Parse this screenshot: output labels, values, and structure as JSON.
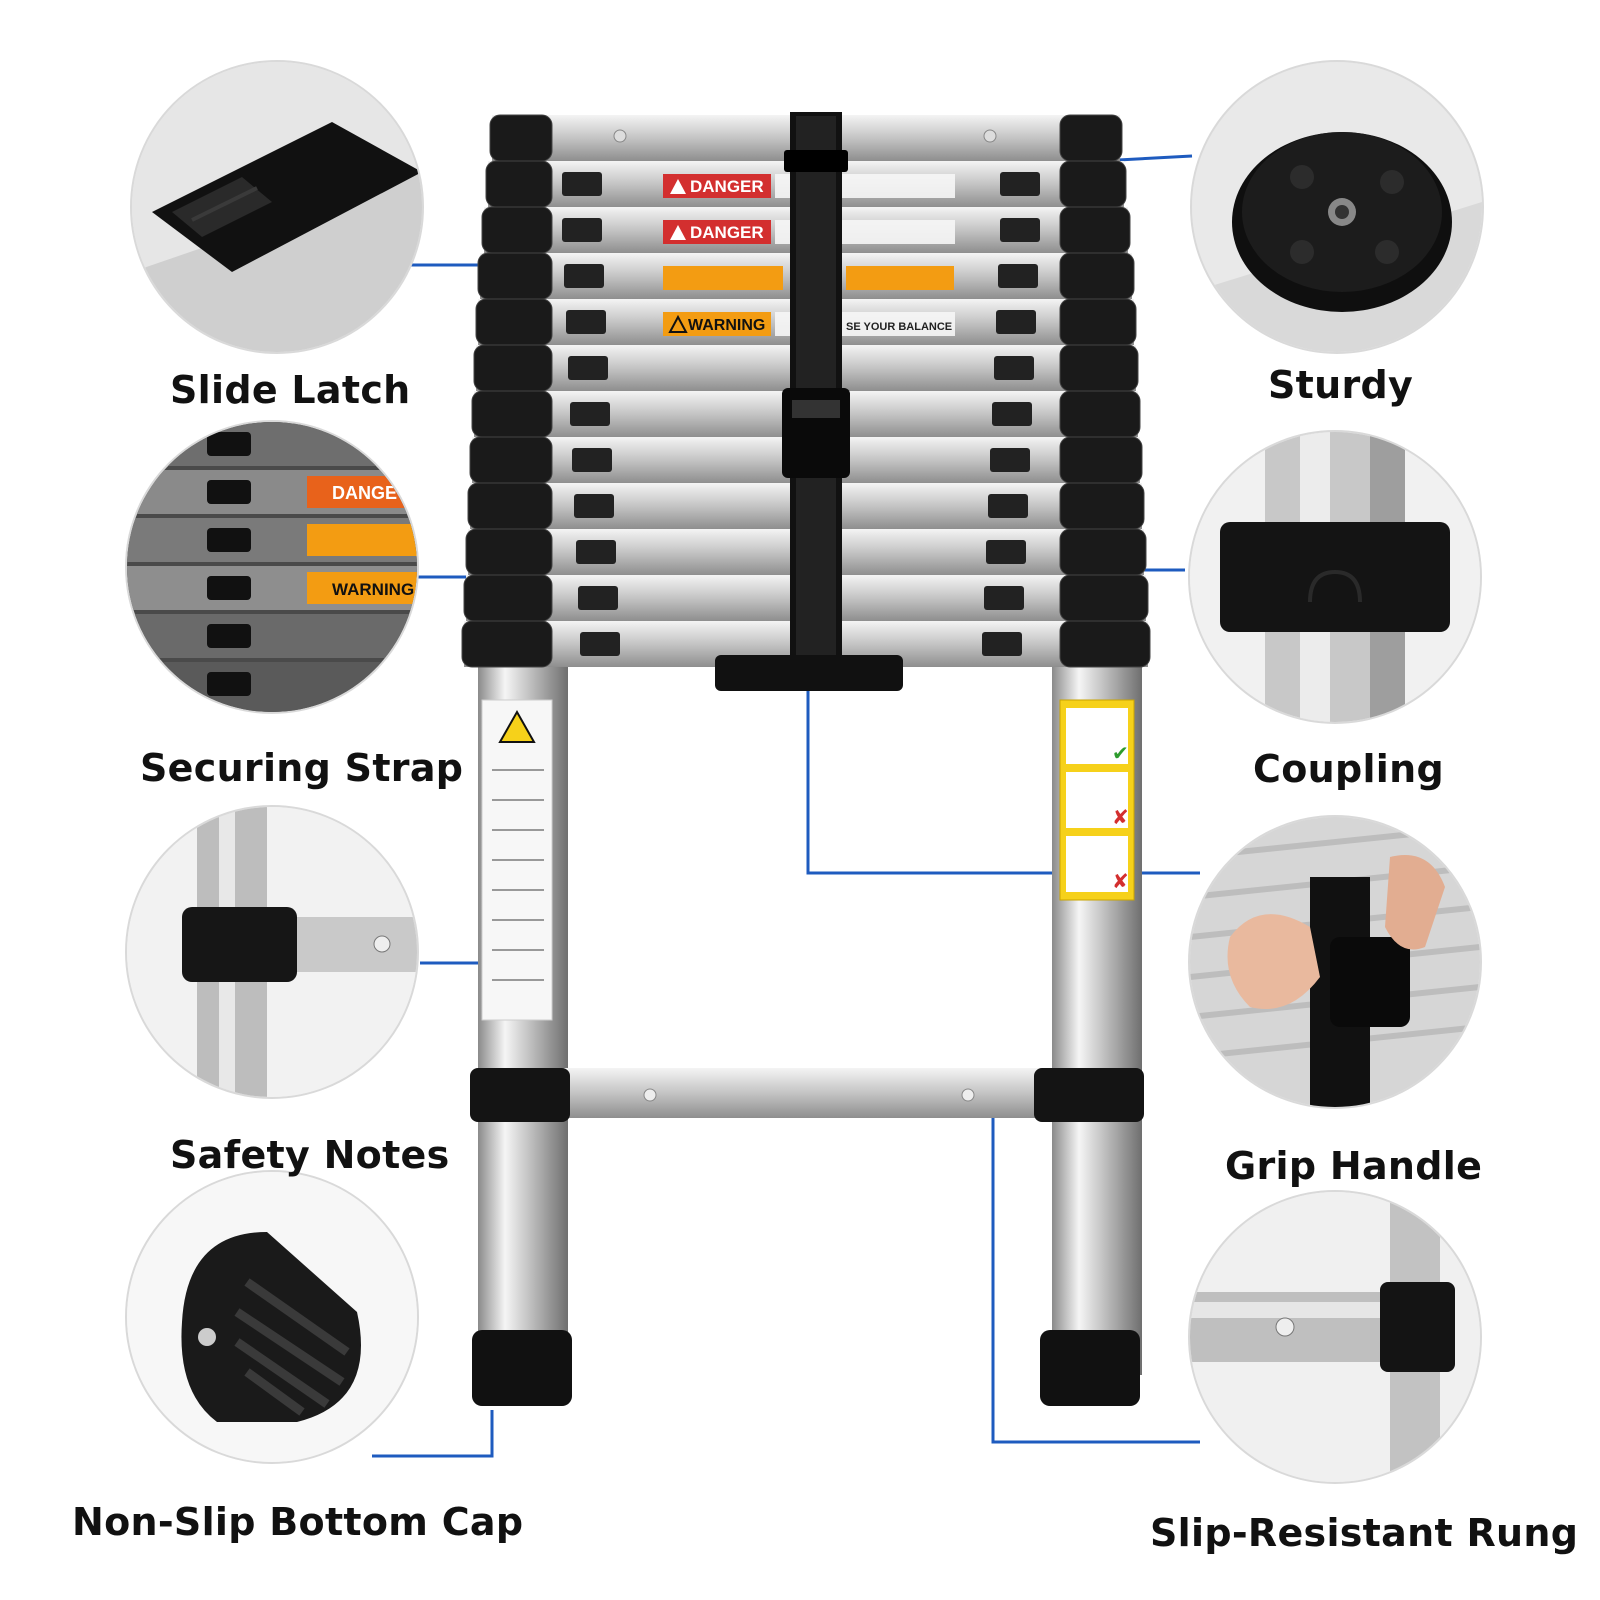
{
  "colors": {
    "leader": "#1e5bbf",
    "rubber": "#141414",
    "steel": "#c8c8c8",
    "danger": "#d32f2f",
    "warning": "#f39c12"
  },
  "features": [
    {
      "id": "slide-latch",
      "label": "Slide Latch",
      "icon": "slide-latch-closeup"
    },
    {
      "id": "securing-strap",
      "label": "Securing Strap",
      "icon": "latches-with-warning-labels"
    },
    {
      "id": "safety-notes",
      "label": "Safety Notes",
      "icon": "tube-with-clamp"
    },
    {
      "id": "non-slip-bottom-cap",
      "label": "Non-Slip Bottom Cap",
      "icon": "rubber-foot-cap"
    },
    {
      "id": "sturdy",
      "label": "Sturdy",
      "icon": "round-rubber-pad"
    },
    {
      "id": "coupling",
      "label": "Coupling",
      "icon": "tube-coupling"
    },
    {
      "id": "grip-handle",
      "label": "Grip Handle",
      "icon": "hands-buckle"
    },
    {
      "id": "slip-resistant-rung",
      "label": "Slip-Resistant Rung",
      "icon": "rung-joint"
    }
  ],
  "ladder": {
    "labels": {
      "danger": "DANGER",
      "warning": "WARNING",
      "balance": "SE YOUR BALANCE"
    }
  },
  "closeup_labels": {
    "danger": "DANGE",
    "warning": "WARNING"
  }
}
